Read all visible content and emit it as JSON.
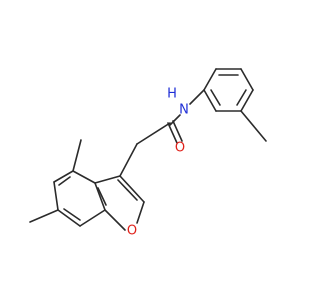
{
  "molecule": {
    "atoms": {
      "nh": {
        "label": "N",
        "h_label": "H",
        "color": "#1f2fd6"
      },
      "o_carbonyl": {
        "label": "O",
        "color": "#e0211a"
      },
      "o_furan": {
        "label": "O",
        "color": "#e0211a"
      }
    },
    "bond_color": "#2b2b2b"
  }
}
